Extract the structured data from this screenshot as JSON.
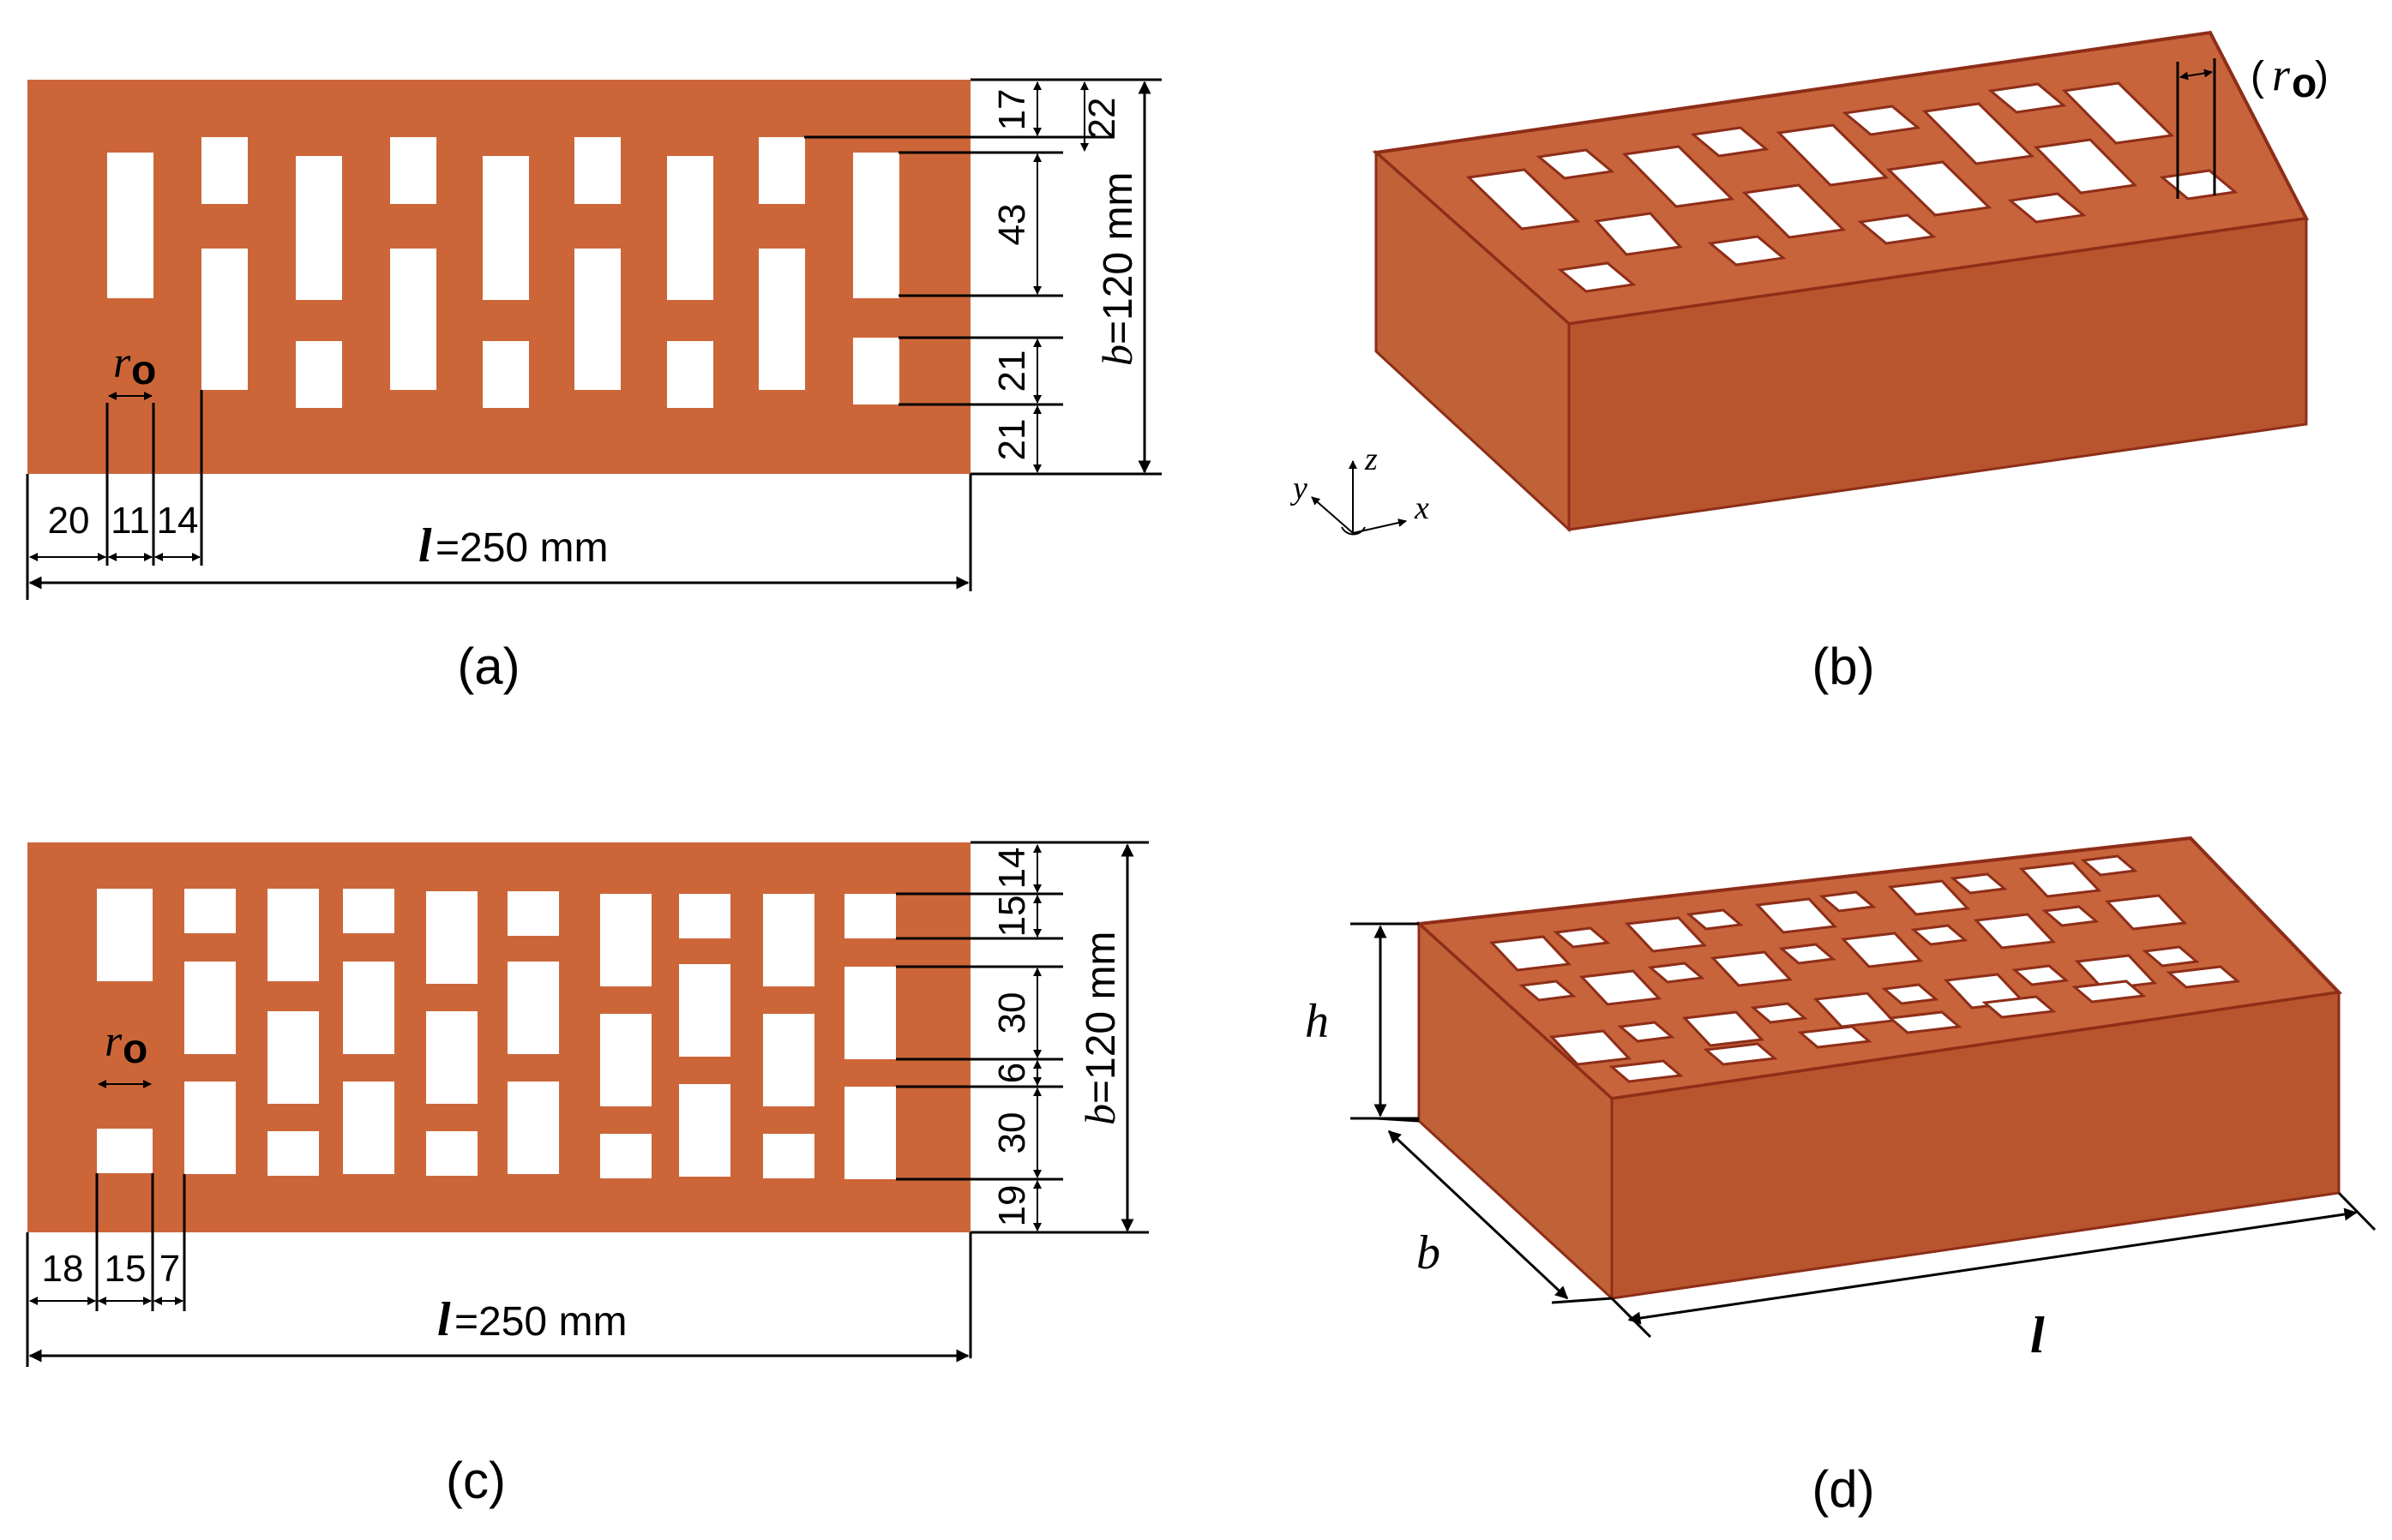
{
  "panels": {
    "a": {
      "caption": "(a)",
      "dims_right": [
        "17",
        "22",
        "43",
        "21",
        "21"
      ],
      "dims_bottom": [
        "20",
        "11",
        "14"
      ],
      "length_label": "l",
      "length_value": "=250 mm",
      "width_label": "b",
      "width_value": "=120 mm",
      "hole_label": "r",
      "hole_sub": "o"
    },
    "b": {
      "caption": "(b)",
      "hole_label": "r",
      "hole_sub": "o",
      "axis_x": "x",
      "axis_y": "y",
      "axis_z": "z"
    },
    "c": {
      "caption": "(c)",
      "dims_right": [
        "14",
        "15",
        "30",
        "6",
        "30",
        "19"
      ],
      "dims_bottom": [
        "18",
        "15",
        "7"
      ],
      "length_label": "l",
      "length_value": "=250 mm",
      "width_label": "b",
      "width_value": "=120 mm",
      "hole_label": "r",
      "hole_sub": "o"
    },
    "d": {
      "caption": "(d)",
      "h_label": "h",
      "b_label": "b",
      "l_label": "l"
    }
  },
  "colors": {
    "brick_face": "#CC6639",
    "brick_top": "#C8643C",
    "brick_front": "#B8552E",
    "brick_side": "#C06238",
    "edge": "#8E2E18"
  }
}
